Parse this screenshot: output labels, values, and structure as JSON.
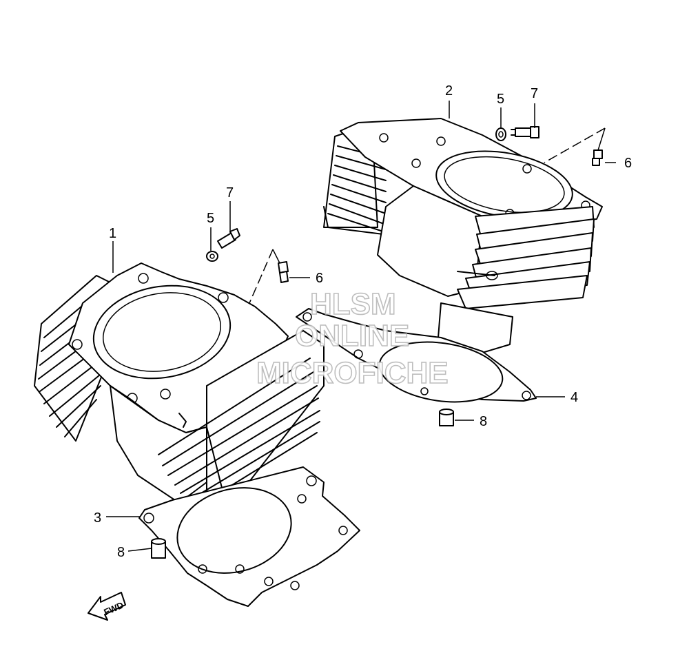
{
  "callouts": {
    "part1": "1",
    "part2": "2",
    "part3": "3",
    "part4": "4",
    "part5a": "5",
    "part5b": "5",
    "part6a": "6",
    "part6b": "6",
    "part7a": "7",
    "part7b": "7",
    "part8a": "8",
    "part8b": "8"
  },
  "watermark": {
    "line1": "HLSM",
    "line2": "ONLINE",
    "line3": "MICROFICHE"
  },
  "direction_arrow": {
    "label": "FWD"
  }
}
